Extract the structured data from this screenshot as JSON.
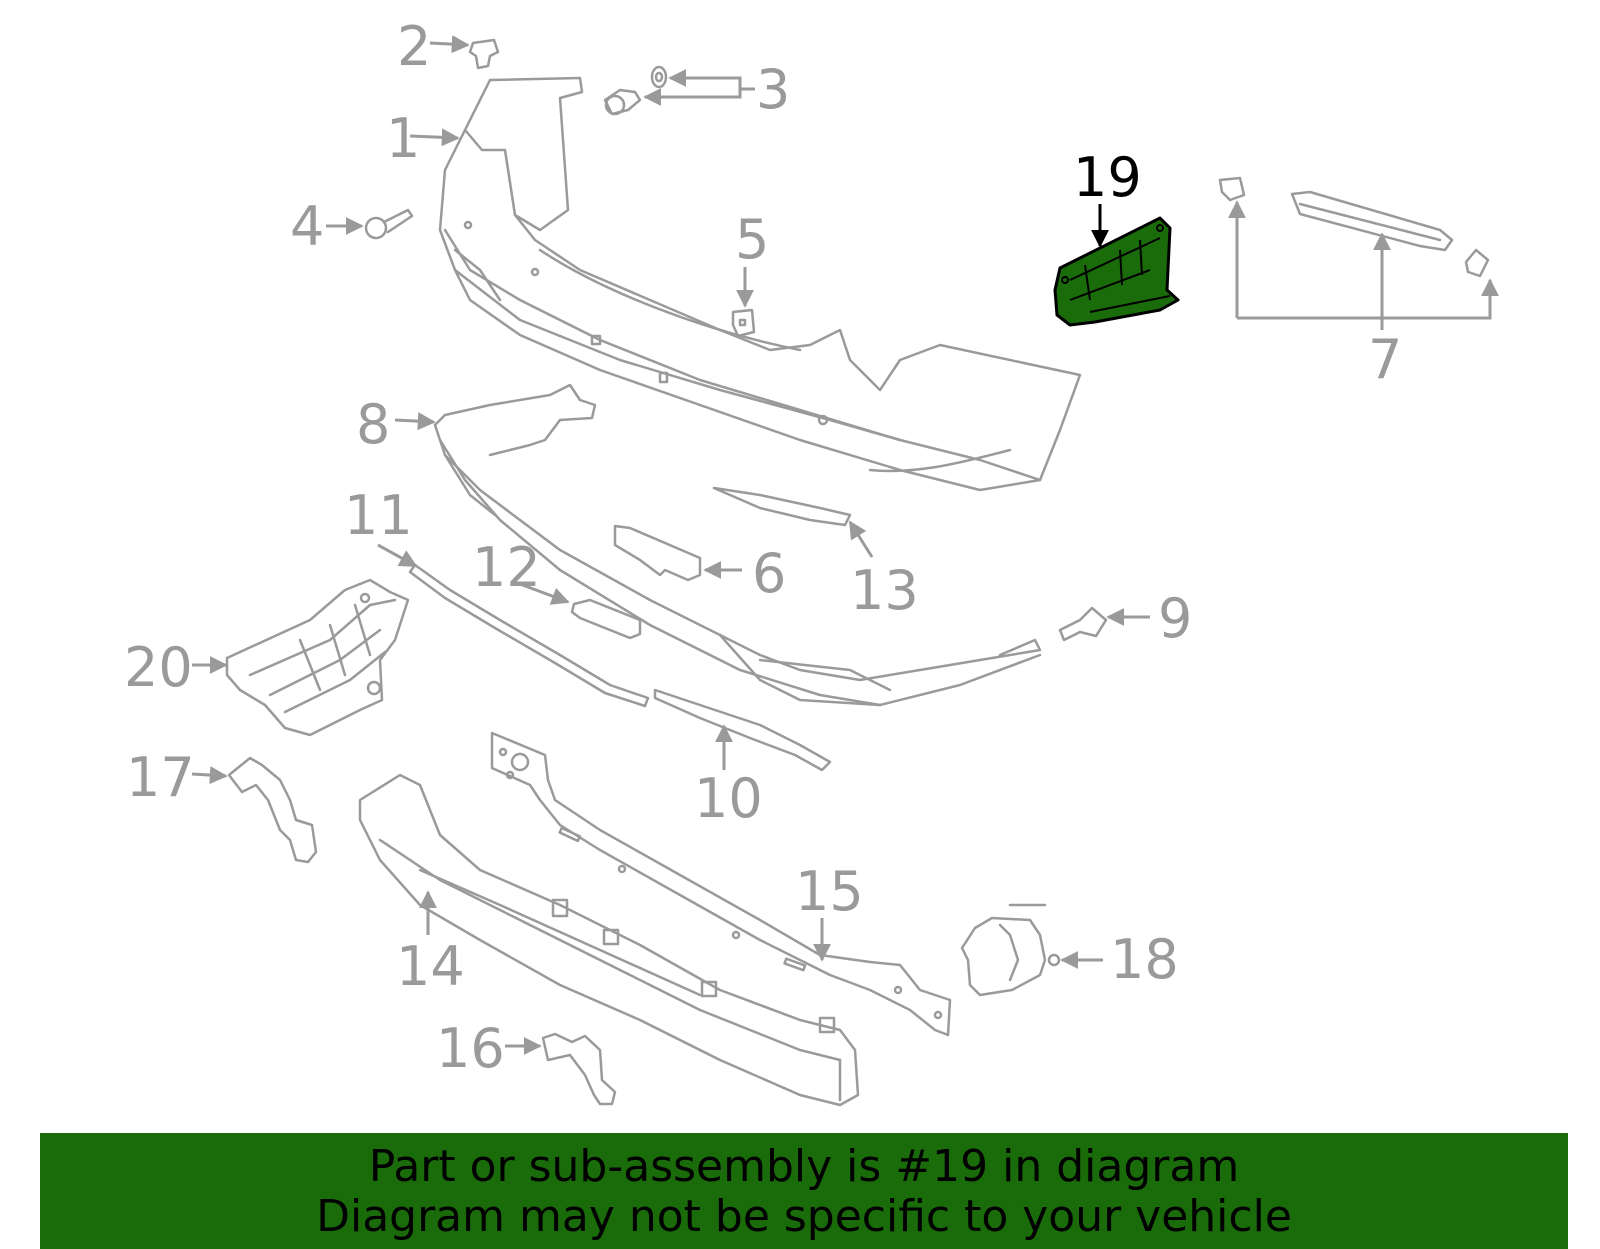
{
  "diagram": {
    "highlight_color": "#1a6b0a",
    "callouts": [
      "1",
      "2",
      "3",
      "4",
      "5",
      "6",
      "7",
      "8",
      "9",
      "10",
      "11",
      "12",
      "13",
      "14",
      "15",
      "16",
      "17",
      "18",
      "19",
      "20"
    ],
    "highlighted_callout": "19"
  },
  "banner": {
    "line1": "Part or sub-assembly is #19 in diagram",
    "line2": "Diagram may not be specific to your vehicle",
    "background": "#1a6b0a"
  }
}
